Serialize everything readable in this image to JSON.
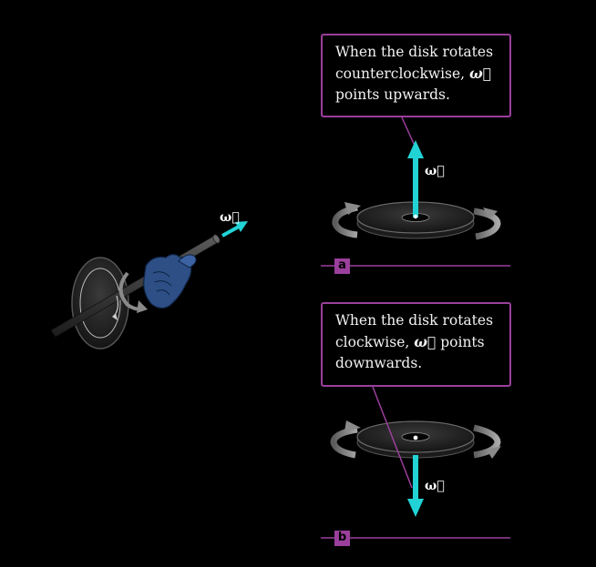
{
  "panel_a": {
    "label": "a",
    "caption_parts": [
      "When the disk rotates counterclockwise, ",
      "ω⃗",
      " points upwards."
    ],
    "vector_label": "ω⃗"
  },
  "panel_b": {
    "label": "b",
    "caption_parts": [
      "When the disk rotates clockwise, ",
      "ω⃗",
      " points downwards."
    ],
    "vector_label": "ω⃗"
  },
  "hand_figure": {
    "vector_label": "ω⃗"
  },
  "colors": {
    "background": "#000000",
    "accent_purple": "#9b3f9c",
    "vector_cyan": "#22d3d6",
    "disk_gray": "#2a2a2a",
    "rotation_arrow_gray": "#8a8a8a",
    "hand_blue": "#2d4f86"
  }
}
